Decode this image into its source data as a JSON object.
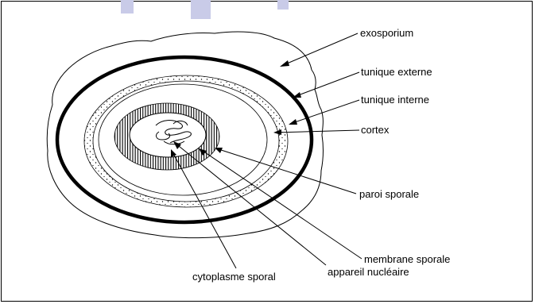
{
  "diagram": {
    "labels": {
      "exosporium": "exosporium",
      "tunique_externe": "tunique externe",
      "tunique_interne": "tunique interne",
      "cortex": "cortex",
      "paroi_sporale": "paroi sporale",
      "membrane_sporale": "membrane sporale",
      "cytoplasme_sporal": "cytoplasme sporal",
      "appareil_nucleaire": "appareil nucléaire"
    },
    "colors": {
      "line": "#000000",
      "background": "#ffffff",
      "watermark": "#c9cbe8"
    }
  }
}
